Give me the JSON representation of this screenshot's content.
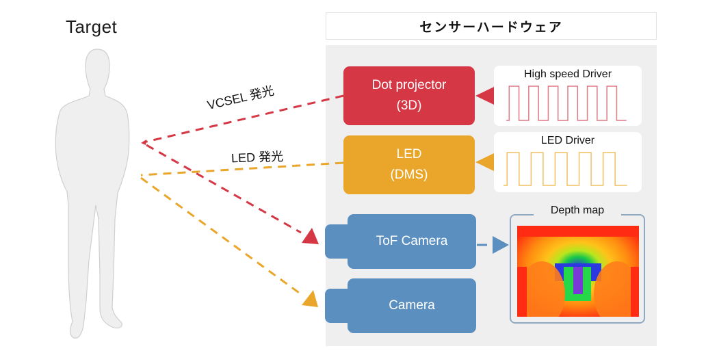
{
  "target": {
    "title": "Target"
  },
  "header": {
    "title": "センサーハードウェア"
  },
  "beams": {
    "vcsel_label": "VCSEL 発光",
    "led_label": "LED 発光"
  },
  "blocks": {
    "dot_projector": {
      "line1": "Dot projector",
      "line2": "(3D)"
    },
    "led": {
      "line1": "LED",
      "line2": "(DMS)"
    },
    "tof_camera": {
      "label": "ToF Camera"
    },
    "camera": {
      "label": "Camera"
    }
  },
  "drivers": {
    "high_speed": {
      "title": "High speed Driver",
      "pulses": 6
    },
    "led": {
      "title": "LED Driver",
      "pulses": 5
    }
  },
  "depth_map": {
    "title": "Depth map"
  },
  "colors": {
    "red": "#d53744",
    "orange": "#e9a62b",
    "blue": "#5b8fbf",
    "panel": "#efefef",
    "silhouette": "#efefef"
  }
}
